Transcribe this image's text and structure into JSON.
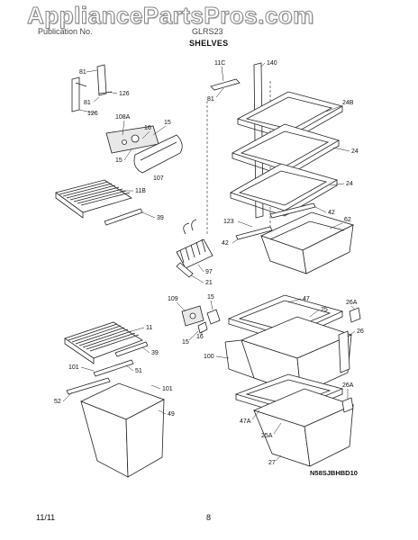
{
  "watermark": "AppliancePartsPros.com",
  "header": {
    "left": "Publication No.",
    "model": "GLRS23",
    "title": "SHELVES"
  },
  "footer": {
    "date": "11/11",
    "page": "8"
  },
  "drawing_code": "N58SJBHBD10",
  "callouts": {
    "c81a": "81",
    "c81b": "81",
    "c126a": "126",
    "c126b": "126",
    "c108a": "108A",
    "c16a": "16",
    "c15a": "15",
    "c15b": "15",
    "c107": "107",
    "c11b": "11B",
    "c39a": "39",
    "c11c": "11C",
    "c140": "140",
    "c81c": "81",
    "c24b": "24B",
    "c24a": "24",
    "c24c": "24",
    "c123": "123",
    "c42a": "42",
    "c42b": "42",
    "c62": "62",
    "c97": "97",
    "c21": "21",
    "c109": "109",
    "c15c": "15",
    "c16b": "16",
    "c15d": "15",
    "c47": "47",
    "c25": "25",
    "c26a1": "26A",
    "c26": "26",
    "c100": "100",
    "c11": "11",
    "c39b": "39",
    "c101a": "101",
    "c51": "51",
    "c52": "52",
    "c101b": "101",
    "c49": "49",
    "c26a2": "26A",
    "c47a": "47A",
    "c25a": "25A",
    "c27": "27"
  }
}
